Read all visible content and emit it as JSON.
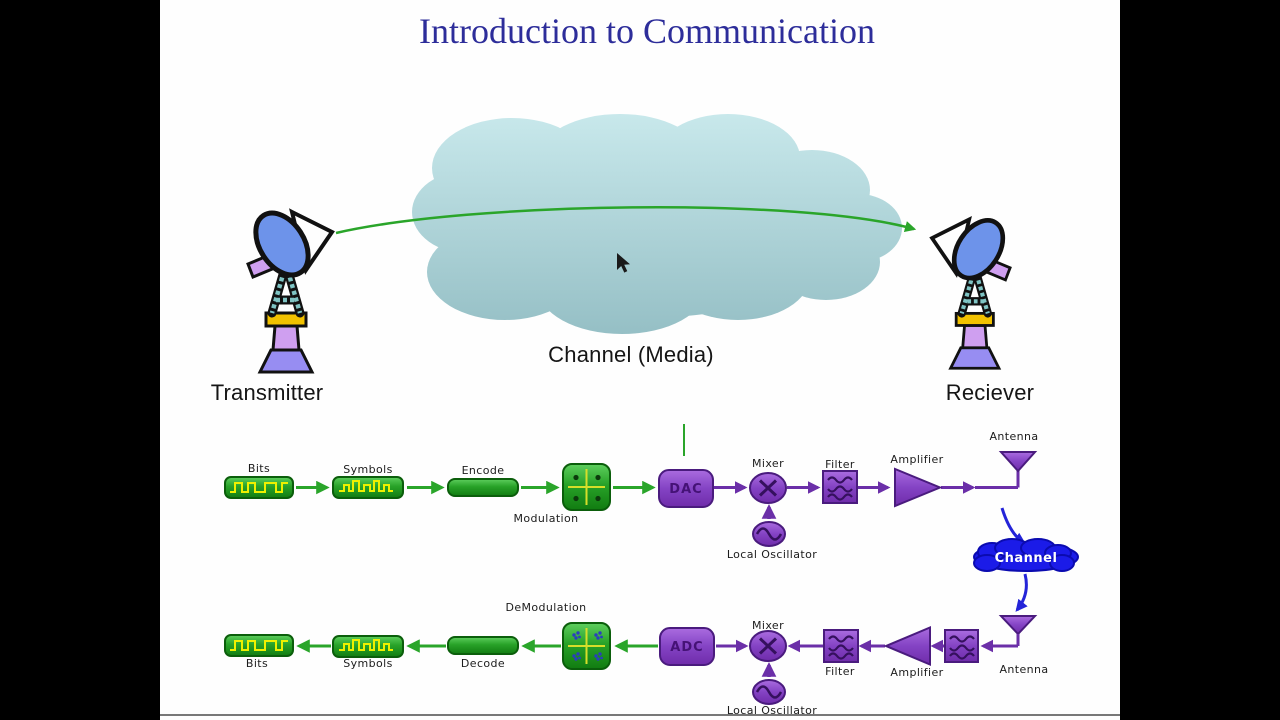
{
  "slide": {
    "title": "Introduction to Communication",
    "overview": {
      "transmitter_label": "Transmitter",
      "receiver_label": "Reciever",
      "channel_label": "Channel (Media)"
    },
    "tx_chain": {
      "bits": "Bits",
      "symbols": "Symbols",
      "encode": "Encode",
      "modulation": "Modulation",
      "dac": "DAC",
      "mixer": "Mixer",
      "local_oscillator": "Local Oscillator",
      "filter": "Filter",
      "amplifier": "Amplifier",
      "antenna": "Antenna",
      "channel": "Channel"
    },
    "rx_chain": {
      "antenna": "Antenna",
      "amplifier": "Amplifier",
      "filter": "Filter",
      "mixer": "Mixer",
      "local_oscillator": "Local Oscillator",
      "adc": "ADC",
      "demodulation": "DeModulation",
      "decode": "Decode",
      "symbols": "Symbols",
      "bits": "Bits"
    }
  },
  "colors": {
    "title_navy": "#2d2d9a",
    "signal_green": "#2aa52a",
    "block_green": "#1f9a1f",
    "waveform_yellow": "#eef000",
    "rf_purple": "#8a4bc8",
    "line_purple": "#6b2fa8",
    "channel_blue": "#1b1be8",
    "cloud_teal": "#aed3d8"
  }
}
